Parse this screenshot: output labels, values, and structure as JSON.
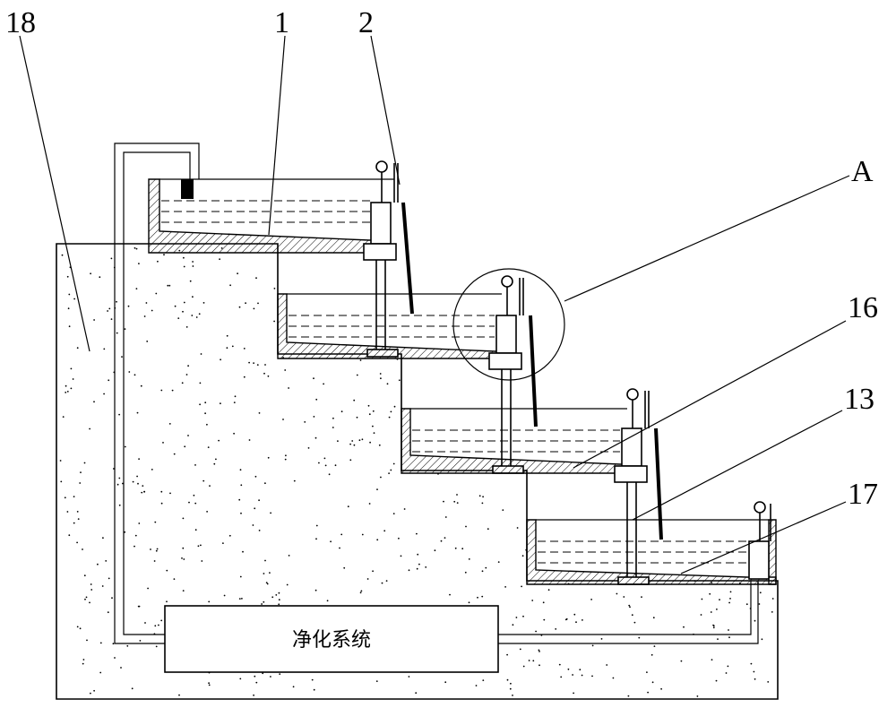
{
  "labels": {
    "l18": "18",
    "l1": "1",
    "l2": "2",
    "lA": "A",
    "l16": "16",
    "l13": "13",
    "l17": "17"
  },
  "purification_box": "净化系统"
}
